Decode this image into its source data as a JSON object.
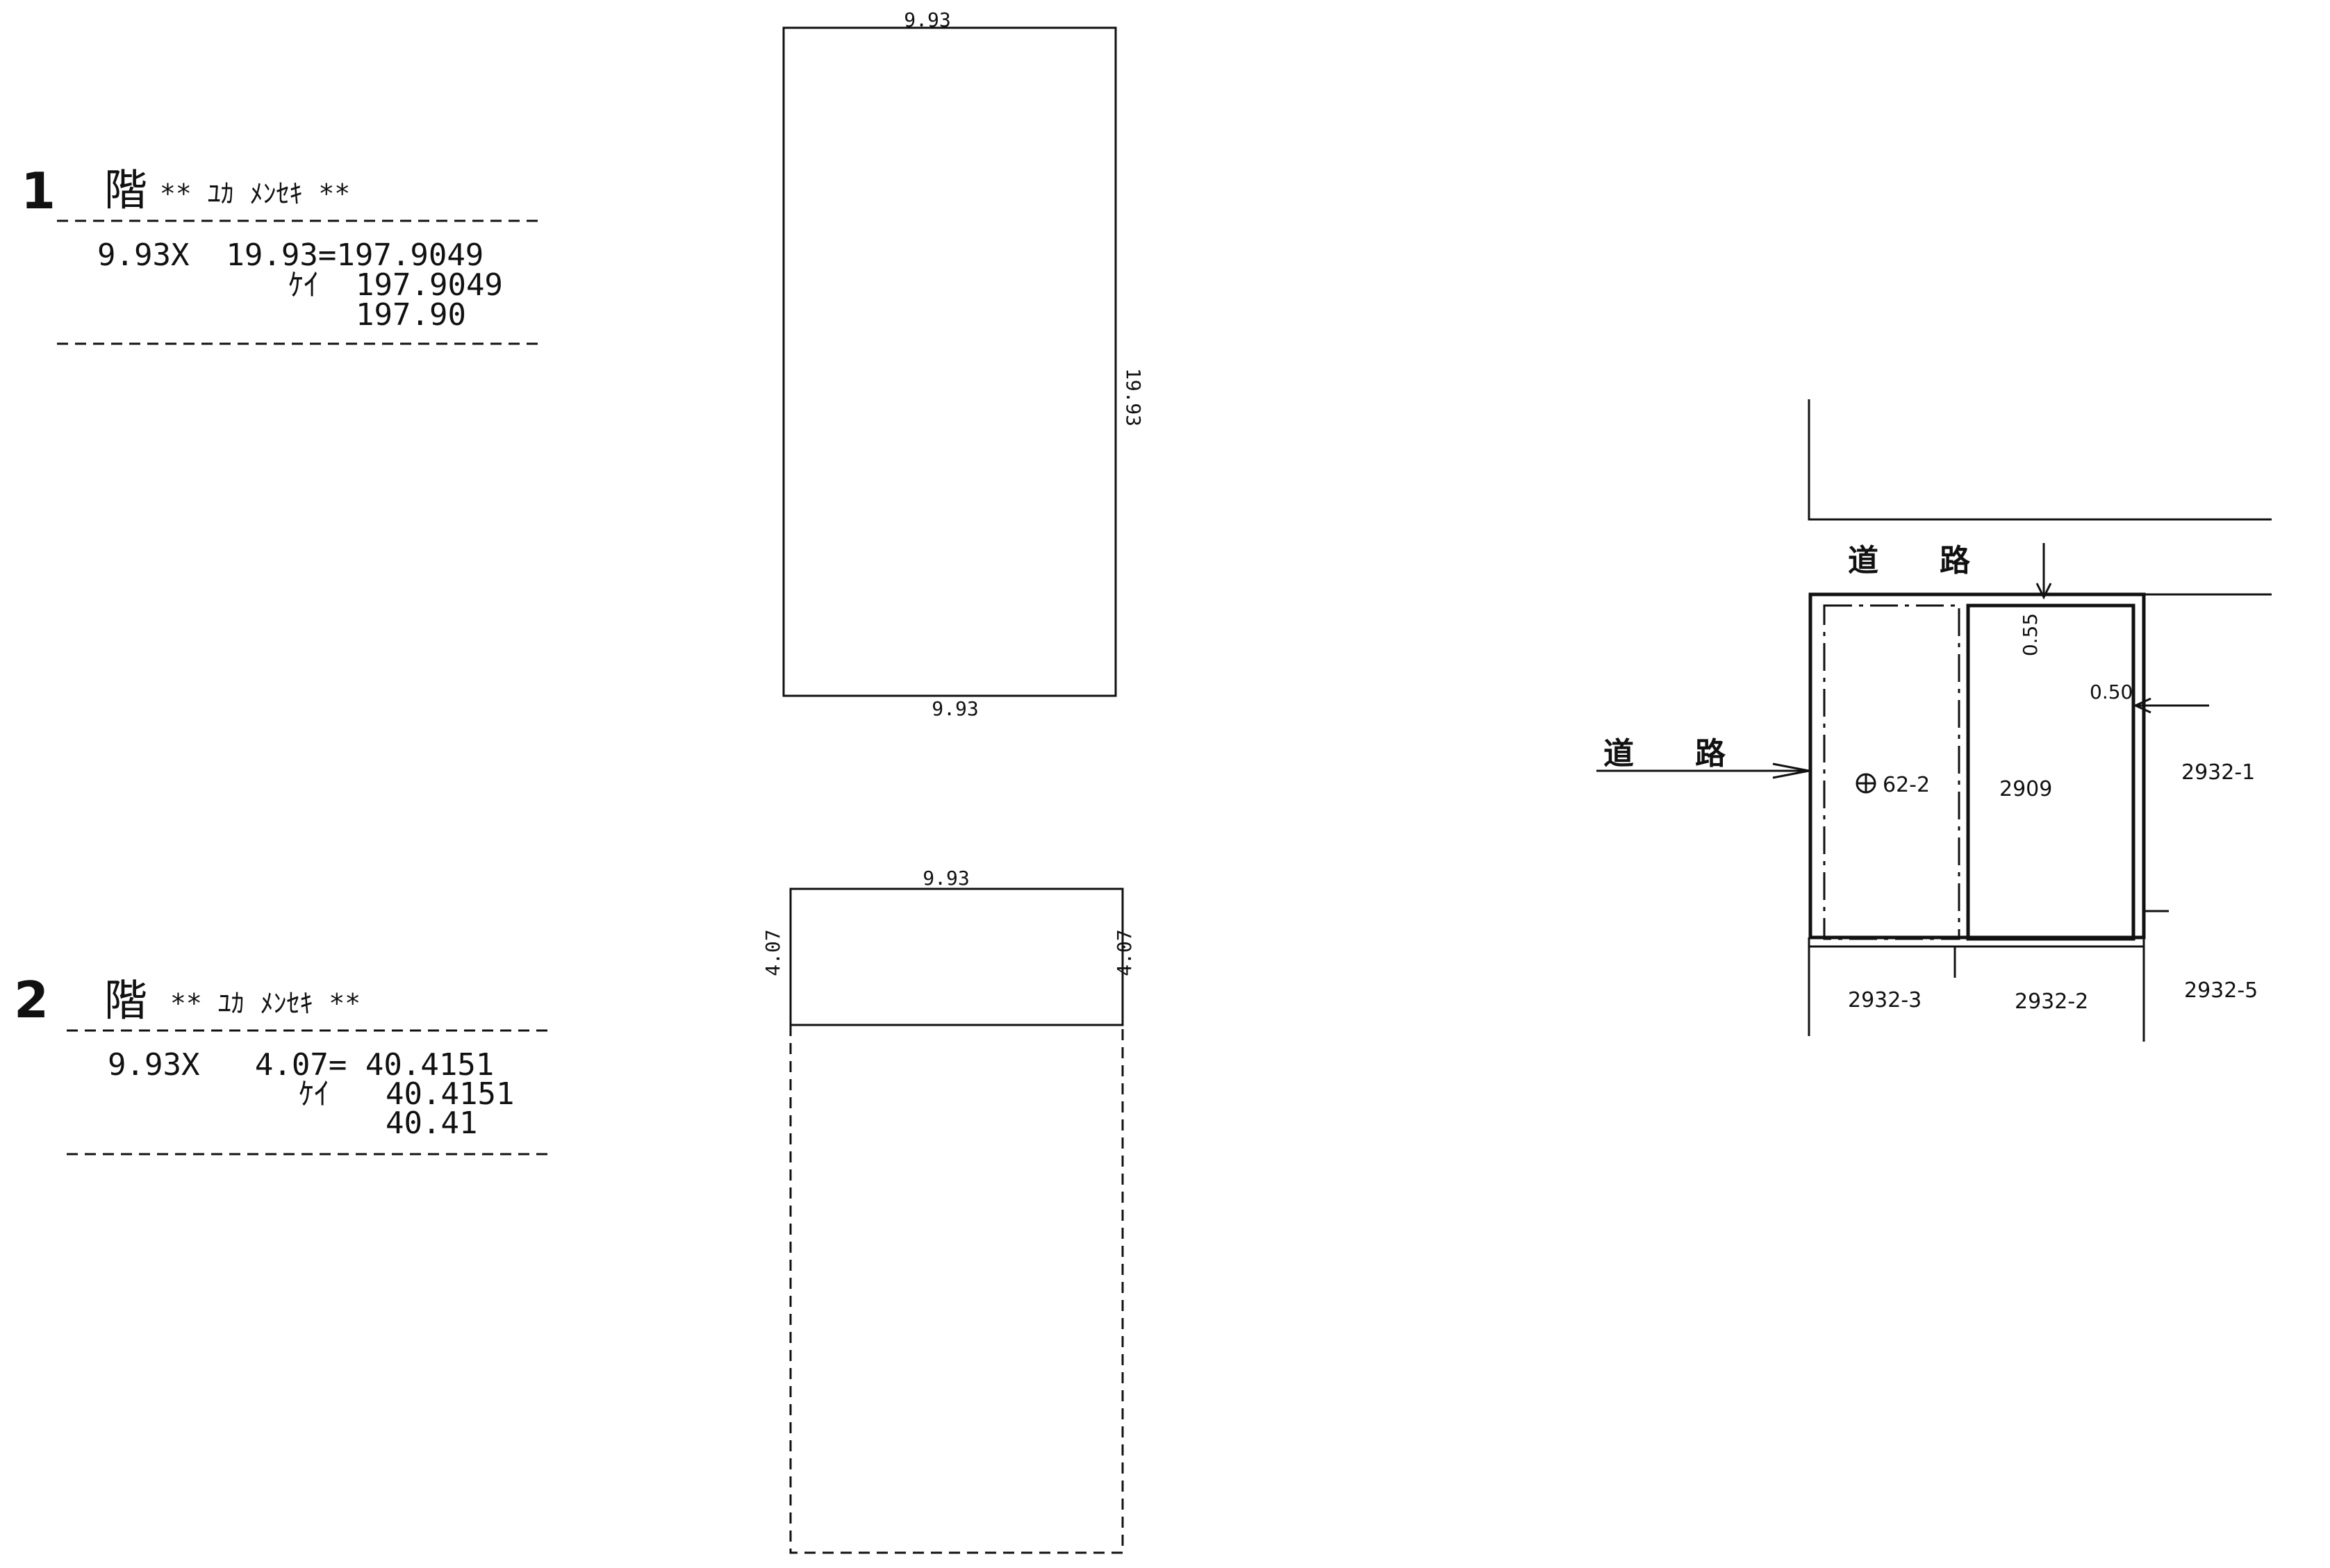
{
  "floor1": {
    "number": "1",
    "kai": "階",
    "title": "** ﾕｶ ﾒﾝｾｷ **",
    "formula": "9.93X  19.93=197.9049",
    "kei_label": "ｹｲ",
    "kei_value": "197.9049",
    "result": "197.90",
    "plan": {
      "top_dim": "9.93",
      "bottom_dim": "9.93",
      "right_dim": "19.93"
    }
  },
  "floor2": {
    "number": "2",
    "kai": "階",
    "title": "** ﾕｶ ﾒﾝｾｷ **",
    "formula": "9.93X   4.07= 40.4151",
    "kei_label": "ｹｲ",
    "kei_value": "40.4151",
    "result": "40.41",
    "plan": {
      "top_dim": "9.93",
      "left_dim": "4.07",
      "right_dim": "4.07"
    }
  },
  "site_map": {
    "road_top": "道　　路",
    "road_left": "道　　路",
    "dim_055": "0.55",
    "dim_050": "0.50",
    "lot_62_2": "62-2",
    "lot_2909": "2909",
    "lot_2932_1": "2932-1",
    "lot_2932_2": "2932-2",
    "lot_2932_3": "2932-3",
    "lot_2932_5": "2932-5"
  }
}
